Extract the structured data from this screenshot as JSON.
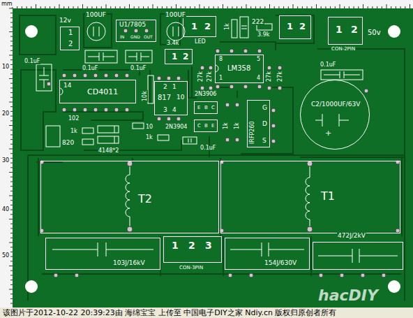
{
  "diagram": {
    "caption": "该图片于2012-10-22 20:39:23由 海绵宝宝 上传至 中国电子DIY之家 Ndiy.cn 版权归原创者所有",
    "nodes": [
      {
        "text": [
          "1",
          "2"
        ]
      },
      {
        "text": [
          "U1/7805",
          "IN",
          "GND",
          "OUT"
        ]
      },
      {
        "text": [
          "1",
          "2"
        ]
      },
      {
        "text": [
          "1",
          "2"
        ]
      },
      {
        "text": [
          "1",
          "2"
        ]
      },
      {
        "text": [
          "1",
          "2"
        ]
      },
      {
        "text": [
          "14",
          "CD4011"
        ]
      },
      {
        "text": [
          "2",
          "1",
          "817",
          "10",
          "3",
          "4"
        ]
      },
      {
        "text": [
          "LM358",
          "8",
          "5",
          "1",
          "4"
        ]
      },
      {
        "text": [
          "E",
          "B",
          "C"
        ]
      },
      {
        "text": [
          "C",
          "B",
          "E"
        ]
      },
      {
        "text": [
          "IRFP260",
          "G",
          "D",
          "S"
        ]
      },
      {
        "text": [
          "C2/1000UF/63V",
          "+"
        ]
      },
      {
        "text": [
          "T2"
        ]
      },
      {
        "text": [
          "T1"
        ]
      },
      {
        "text": [
          "103J/16kV"
        ]
      },
      {
        "text": [
          "1",
          "2",
          "3"
        ]
      },
      {
        "text": [
          "154J/630V"
        ]
      },
      {
        "text": [
          "472J/2kV"
        ]
      }
    ],
    "labels": [
      "mm",
      "10",
      "20",
      "30",
      "40",
      "50",
      "12v",
      "100UF",
      "100UF",
      "LED",
      "1k",
      "222",
      "3.9k",
      "3.4k",
      "50v",
      "CON-2PIN",
      "0.1uF",
      "0.1uF",
      "0.1uF",
      "0.1uF",
      "10k",
      "27k",
      "27k",
      "27k",
      "27k",
      "2N3906",
      "1k",
      "1k",
      "102",
      "1k",
      "820",
      "4148*2",
      "10",
      "1k",
      "2N3904",
      "0.1uF",
      "CON-3PIN",
      "hacDIY"
    ]
  }
}
